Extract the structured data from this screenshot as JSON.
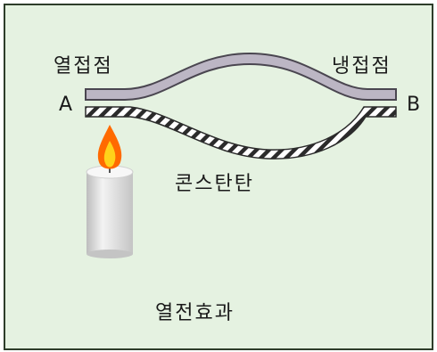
{
  "labels": {
    "hot_junction": "열접점",
    "cold_junction": "냉접점",
    "point_a": "A",
    "point_b": "B",
    "constantan": "콘스탄탄",
    "caption": "열전효과"
  },
  "colors": {
    "background": "#e5f2e1",
    "border": "#2e3d2a",
    "upper_wire": "#bcb6c4",
    "upper_wire_outline": "#4a4650",
    "lower_wire_stripe": "#2b2b2b",
    "candle": "#dcdcdc",
    "flame_outer": "#ff6a00",
    "flame_inner": "#ffd21a"
  },
  "icons": {
    "candle": "candle-icon",
    "flame": "flame-icon"
  }
}
